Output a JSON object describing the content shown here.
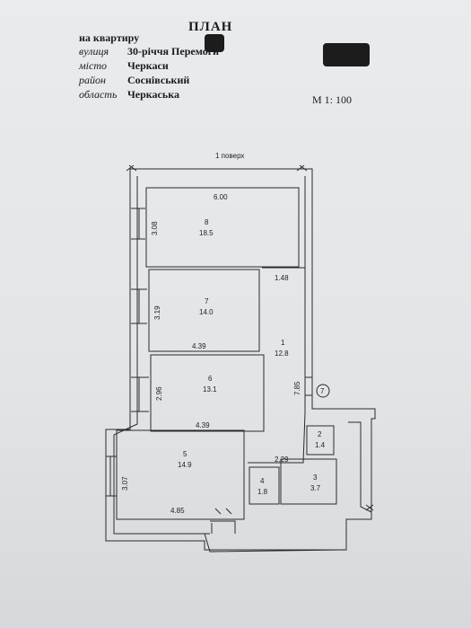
{
  "header": {
    "title": "ПЛАН",
    "subtitle": "на квартиру",
    "fields": [
      {
        "label": "вулиця",
        "value": "30-річчя Перемоги"
      },
      {
        "label": "місто",
        "value": "Черкаси"
      },
      {
        "label": "район",
        "value": "Соснівський"
      },
      {
        "label": "область",
        "value": "Черкаська"
      }
    ],
    "scale": "М 1: 100"
  },
  "plan": {
    "floor_label": "1   поверх",
    "rooms": [
      {
        "number": "8",
        "area": "18.5"
      },
      {
        "number": "7",
        "area": "14.0"
      },
      {
        "number": "6",
        "area": "13.1"
      },
      {
        "number": "5",
        "area": "14.9"
      },
      {
        "number": "1",
        "area": "12.8"
      },
      {
        "number": "2",
        "area": "1.4"
      },
      {
        "number": "3",
        "area": "3.7"
      },
      {
        "number": "4",
        "area": "1.8"
      }
    ],
    "dimensions": {
      "room8_width": "6.00",
      "room8_height": "3.08",
      "room7_height": "3.19",
      "room7_width": "4.39",
      "room6_height": "2.96",
      "room6_width": "4.39",
      "room5_height": "3.07",
      "room5_width": "4.85",
      "corridor_width": "1.48",
      "corridor_length": "7.85",
      "bath_width": "2.29"
    },
    "entrance_marker": "7"
  }
}
